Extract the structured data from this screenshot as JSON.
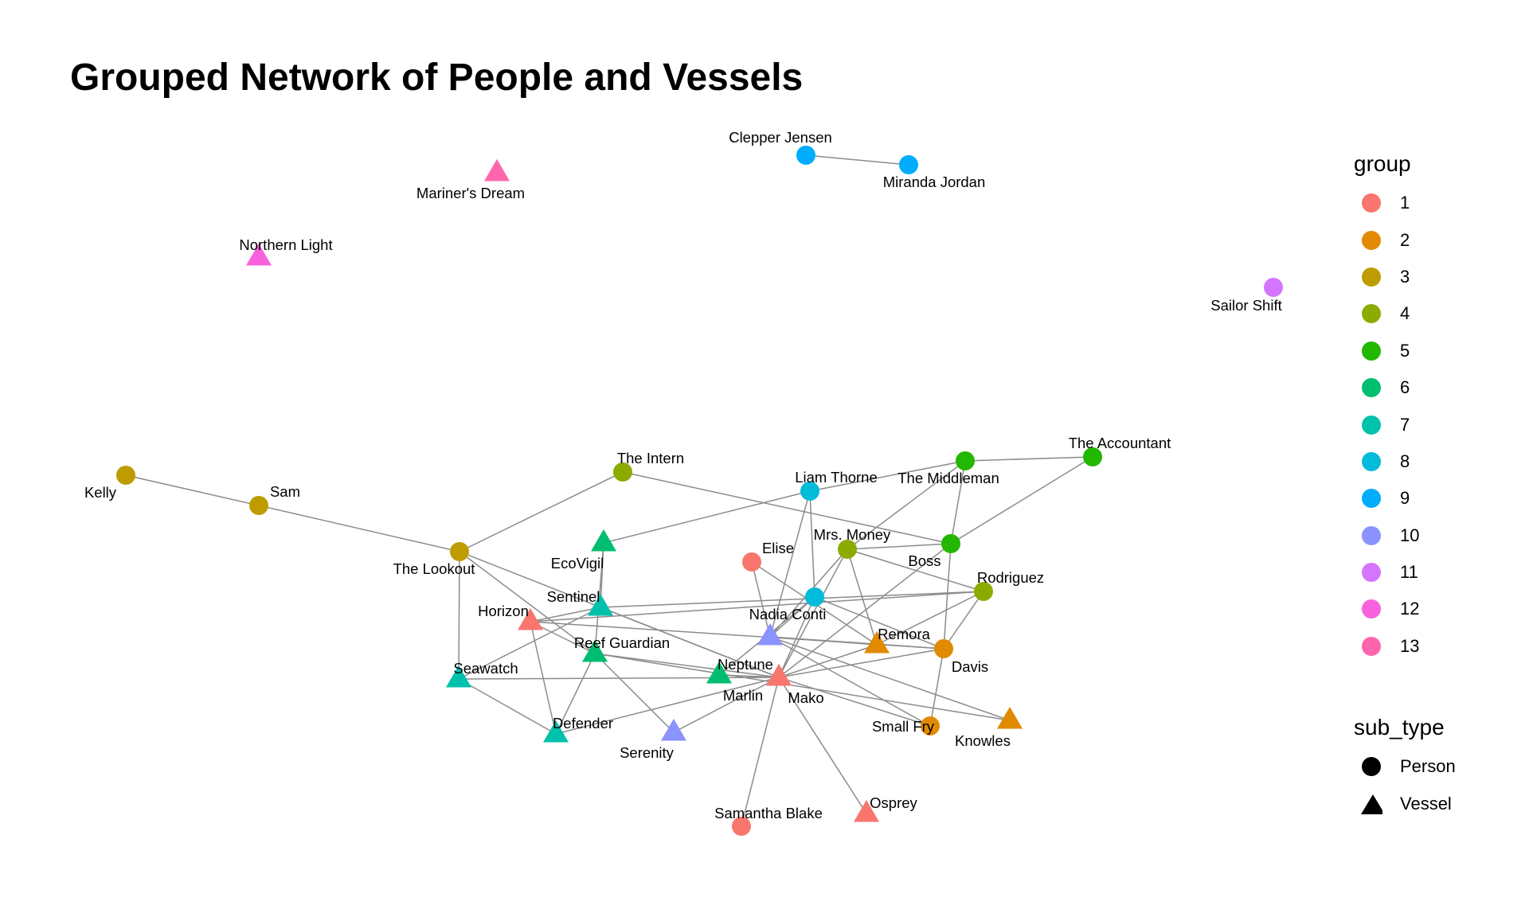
{
  "title": "Grouped Network of People and Vessels",
  "group_colors": {
    "1": "#F8766D",
    "2": "#E18A00",
    "3": "#BE9C00",
    "4": "#8CAB00",
    "5": "#24B700",
    "6": "#00BE70",
    "7": "#00C1AB",
    "8": "#00BBDA",
    "9": "#00ACFC",
    "10": "#8B93FF",
    "11": "#D575FE",
    "12": "#F962DD",
    "13": "#FF65AC"
  },
  "legend": {
    "group_title": "group",
    "groups": [
      "1",
      "2",
      "3",
      "4",
      "5",
      "6",
      "7",
      "8",
      "9",
      "10",
      "11",
      "12",
      "13"
    ],
    "subtype_title": "sub_type",
    "subtypes": [
      {
        "label": "Person",
        "shape": "circle"
      },
      {
        "label": "Vessel",
        "shape": "triangle"
      }
    ]
  },
  "nodes": [
    {
      "id": "Clepper Jensen",
      "group": "9",
      "type": "Person"
    },
    {
      "id": "Miranda Jordan",
      "group": "9",
      "type": "Person"
    },
    {
      "id": "Mariner's Dream",
      "group": "13",
      "type": "Vessel"
    },
    {
      "id": "Northern Light",
      "group": "12",
      "type": "Vessel"
    },
    {
      "id": "Sailor Shift",
      "group": "11",
      "type": "Person"
    },
    {
      "id": "Kelly",
      "group": "3",
      "type": "Person"
    },
    {
      "id": "Sam",
      "group": "3",
      "type": "Person"
    },
    {
      "id": "The Lookout",
      "group": "3",
      "type": "Person"
    },
    {
      "id": "The Intern",
      "group": "4",
      "type": "Person"
    },
    {
      "id": "Liam Thorne",
      "group": "8",
      "type": "Person"
    },
    {
      "id": "The Middleman",
      "group": "5",
      "type": "Person"
    },
    {
      "id": "The Accountant",
      "group": "5",
      "type": "Person"
    },
    {
      "id": "Boss",
      "group": "5",
      "type": "Person"
    },
    {
      "id": "Mrs. Money",
      "group": "4",
      "type": "Person"
    },
    {
      "id": "Elise",
      "group": "1",
      "type": "Person"
    },
    {
      "id": "Rodriguez",
      "group": "4",
      "type": "Person"
    },
    {
      "id": "Nadia Conti",
      "group": "8",
      "type": "Person"
    },
    {
      "id": "EcoVigil",
      "group": "6",
      "type": "Vessel"
    },
    {
      "id": "Sentinel",
      "group": "7",
      "type": "Vessel"
    },
    {
      "id": "Horizon",
      "group": "1",
      "type": "Vessel"
    },
    {
      "id": "Reef Guardian",
      "group": "6",
      "type": "Vessel"
    },
    {
      "id": "Seawatch",
      "group": "7",
      "type": "Vessel"
    },
    {
      "id": "Neptune",
      "group": "6",
      "type": "Vessel"
    },
    {
      "id": "Marlin",
      "group": "10",
      "type": "Vessel"
    },
    {
      "id": "Mako",
      "group": "1",
      "type": "Vessel"
    },
    {
      "id": "Remora",
      "group": "2",
      "type": "Vessel"
    },
    {
      "id": "Davis",
      "group": "2",
      "type": "Person"
    },
    {
      "id": "Small Fry",
      "group": "2",
      "type": "Person"
    },
    {
      "id": "Knowles",
      "group": "2",
      "type": "Vessel"
    },
    {
      "id": "Defender",
      "group": "7",
      "type": "Vessel"
    },
    {
      "id": "Serenity",
      "group": "10",
      "type": "Vessel"
    },
    {
      "id": "Samantha Blake",
      "group": "1",
      "type": "Person"
    },
    {
      "id": "Osprey",
      "group": "1",
      "type": "Vessel"
    }
  ],
  "edges": [
    [
      "Clepper Jensen",
      "Miranda Jordan"
    ],
    [
      "Kelly",
      "Sam"
    ],
    [
      "Sam",
      "The Lookout"
    ],
    [
      "The Lookout",
      "The Intern"
    ],
    [
      "The Lookout",
      "Reef Guardian"
    ],
    [
      "The Lookout",
      "Mako"
    ],
    [
      "The Lookout",
      "Seawatch"
    ],
    [
      "The Intern",
      "Boss"
    ],
    [
      "The Middleman",
      "Liam Thorne"
    ],
    [
      "The Middleman",
      "The Accountant"
    ],
    [
      "The Middleman",
      "Boss"
    ],
    [
      "The Middleman",
      "Mrs. Money"
    ],
    [
      "The Accountant",
      "Boss"
    ],
    [
      "Liam Thorne",
      "EcoVigil"
    ],
    [
      "Liam Thorne",
      "Nadia Conti"
    ],
    [
      "Liam Thorne",
      "Marlin"
    ],
    [
      "Mrs. Money",
      "Boss"
    ],
    [
      "Mrs. Money",
      "Rodriguez"
    ],
    [
      "Mrs. Money",
      "Remora"
    ],
    [
      "Mrs. Money",
      "Marlin"
    ],
    [
      "Mrs. Money",
      "Mako"
    ],
    [
      "Boss",
      "Davis"
    ],
    [
      "Boss",
      "Mako"
    ],
    [
      "Elise",
      "Marlin"
    ],
    [
      "Elise",
      "Remora"
    ],
    [
      "Rodriguez",
      "Horizon"
    ],
    [
      "Rodriguez",
      "Davis"
    ],
    [
      "Rodriguez",
      "Remora"
    ],
    [
      "Nadia Conti",
      "Davis"
    ],
    [
      "Nadia Conti",
      "Marlin"
    ],
    [
      "EcoVigil",
      "Sentinel"
    ],
    [
      "EcoVigil",
      "Reef Guardian"
    ],
    [
      "Sentinel",
      "Horizon"
    ],
    [
      "Sentinel",
      "Seawatch"
    ],
    [
      "Sentinel",
      "Rodriguez"
    ],
    [
      "Sentinel",
      "Mako"
    ],
    [
      "Horizon",
      "Reef Guardian"
    ],
    [
      "Horizon",
      "Davis"
    ],
    [
      "Horizon",
      "Defender"
    ],
    [
      "Reef Guardian",
      "Defender"
    ],
    [
      "Reef Guardian",
      "Serenity"
    ],
    [
      "Reef Guardian",
      "Mako"
    ],
    [
      "Reef Guardian",
      "Knowles"
    ],
    [
      "Seawatch",
      "Defender"
    ],
    [
      "Seawatch",
      "Mako"
    ],
    [
      "Neptune",
      "Nadia Conti"
    ],
    [
      "Neptune",
      "Mako"
    ],
    [
      "Marlin",
      "Remora"
    ],
    [
      "Marlin",
      "Small Fry"
    ],
    [
      "Marlin",
      "Davis"
    ],
    [
      "Marlin",
      "Knowles"
    ],
    [
      "Mako",
      "Remora"
    ],
    [
      "Mako",
      "Davis"
    ],
    [
      "Mako",
      "Small Fry"
    ],
    [
      "Mako",
      "Defender"
    ],
    [
      "Mako",
      "Serenity"
    ],
    [
      "Mako",
      "Samantha Blake"
    ],
    [
      "Mako",
      "Osprey"
    ],
    [
      "Mako",
      "Nadia Conti"
    ],
    [
      "Mako",
      "Neptune"
    ],
    [
      "Davis",
      "Small Fry"
    ]
  ]
}
